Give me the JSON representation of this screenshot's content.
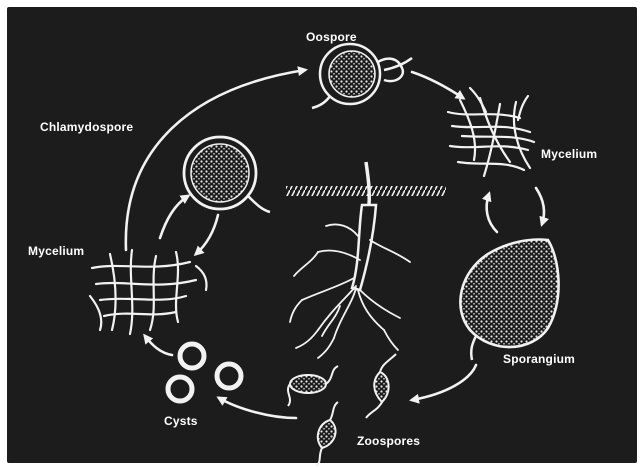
{
  "diagram": {
    "background_color": "#1c1c1c",
    "stroke_color": "#f2f2f2",
    "labels": {
      "oospore": "Oospore",
      "mycelium_right": "Mycelium",
      "sporangium": "Sporangium",
      "zoospores": "Zoospores",
      "cysts": "Cysts",
      "mycelium_left": "Mycelium",
      "chlamydospore": "Chlamydospore"
    }
  }
}
